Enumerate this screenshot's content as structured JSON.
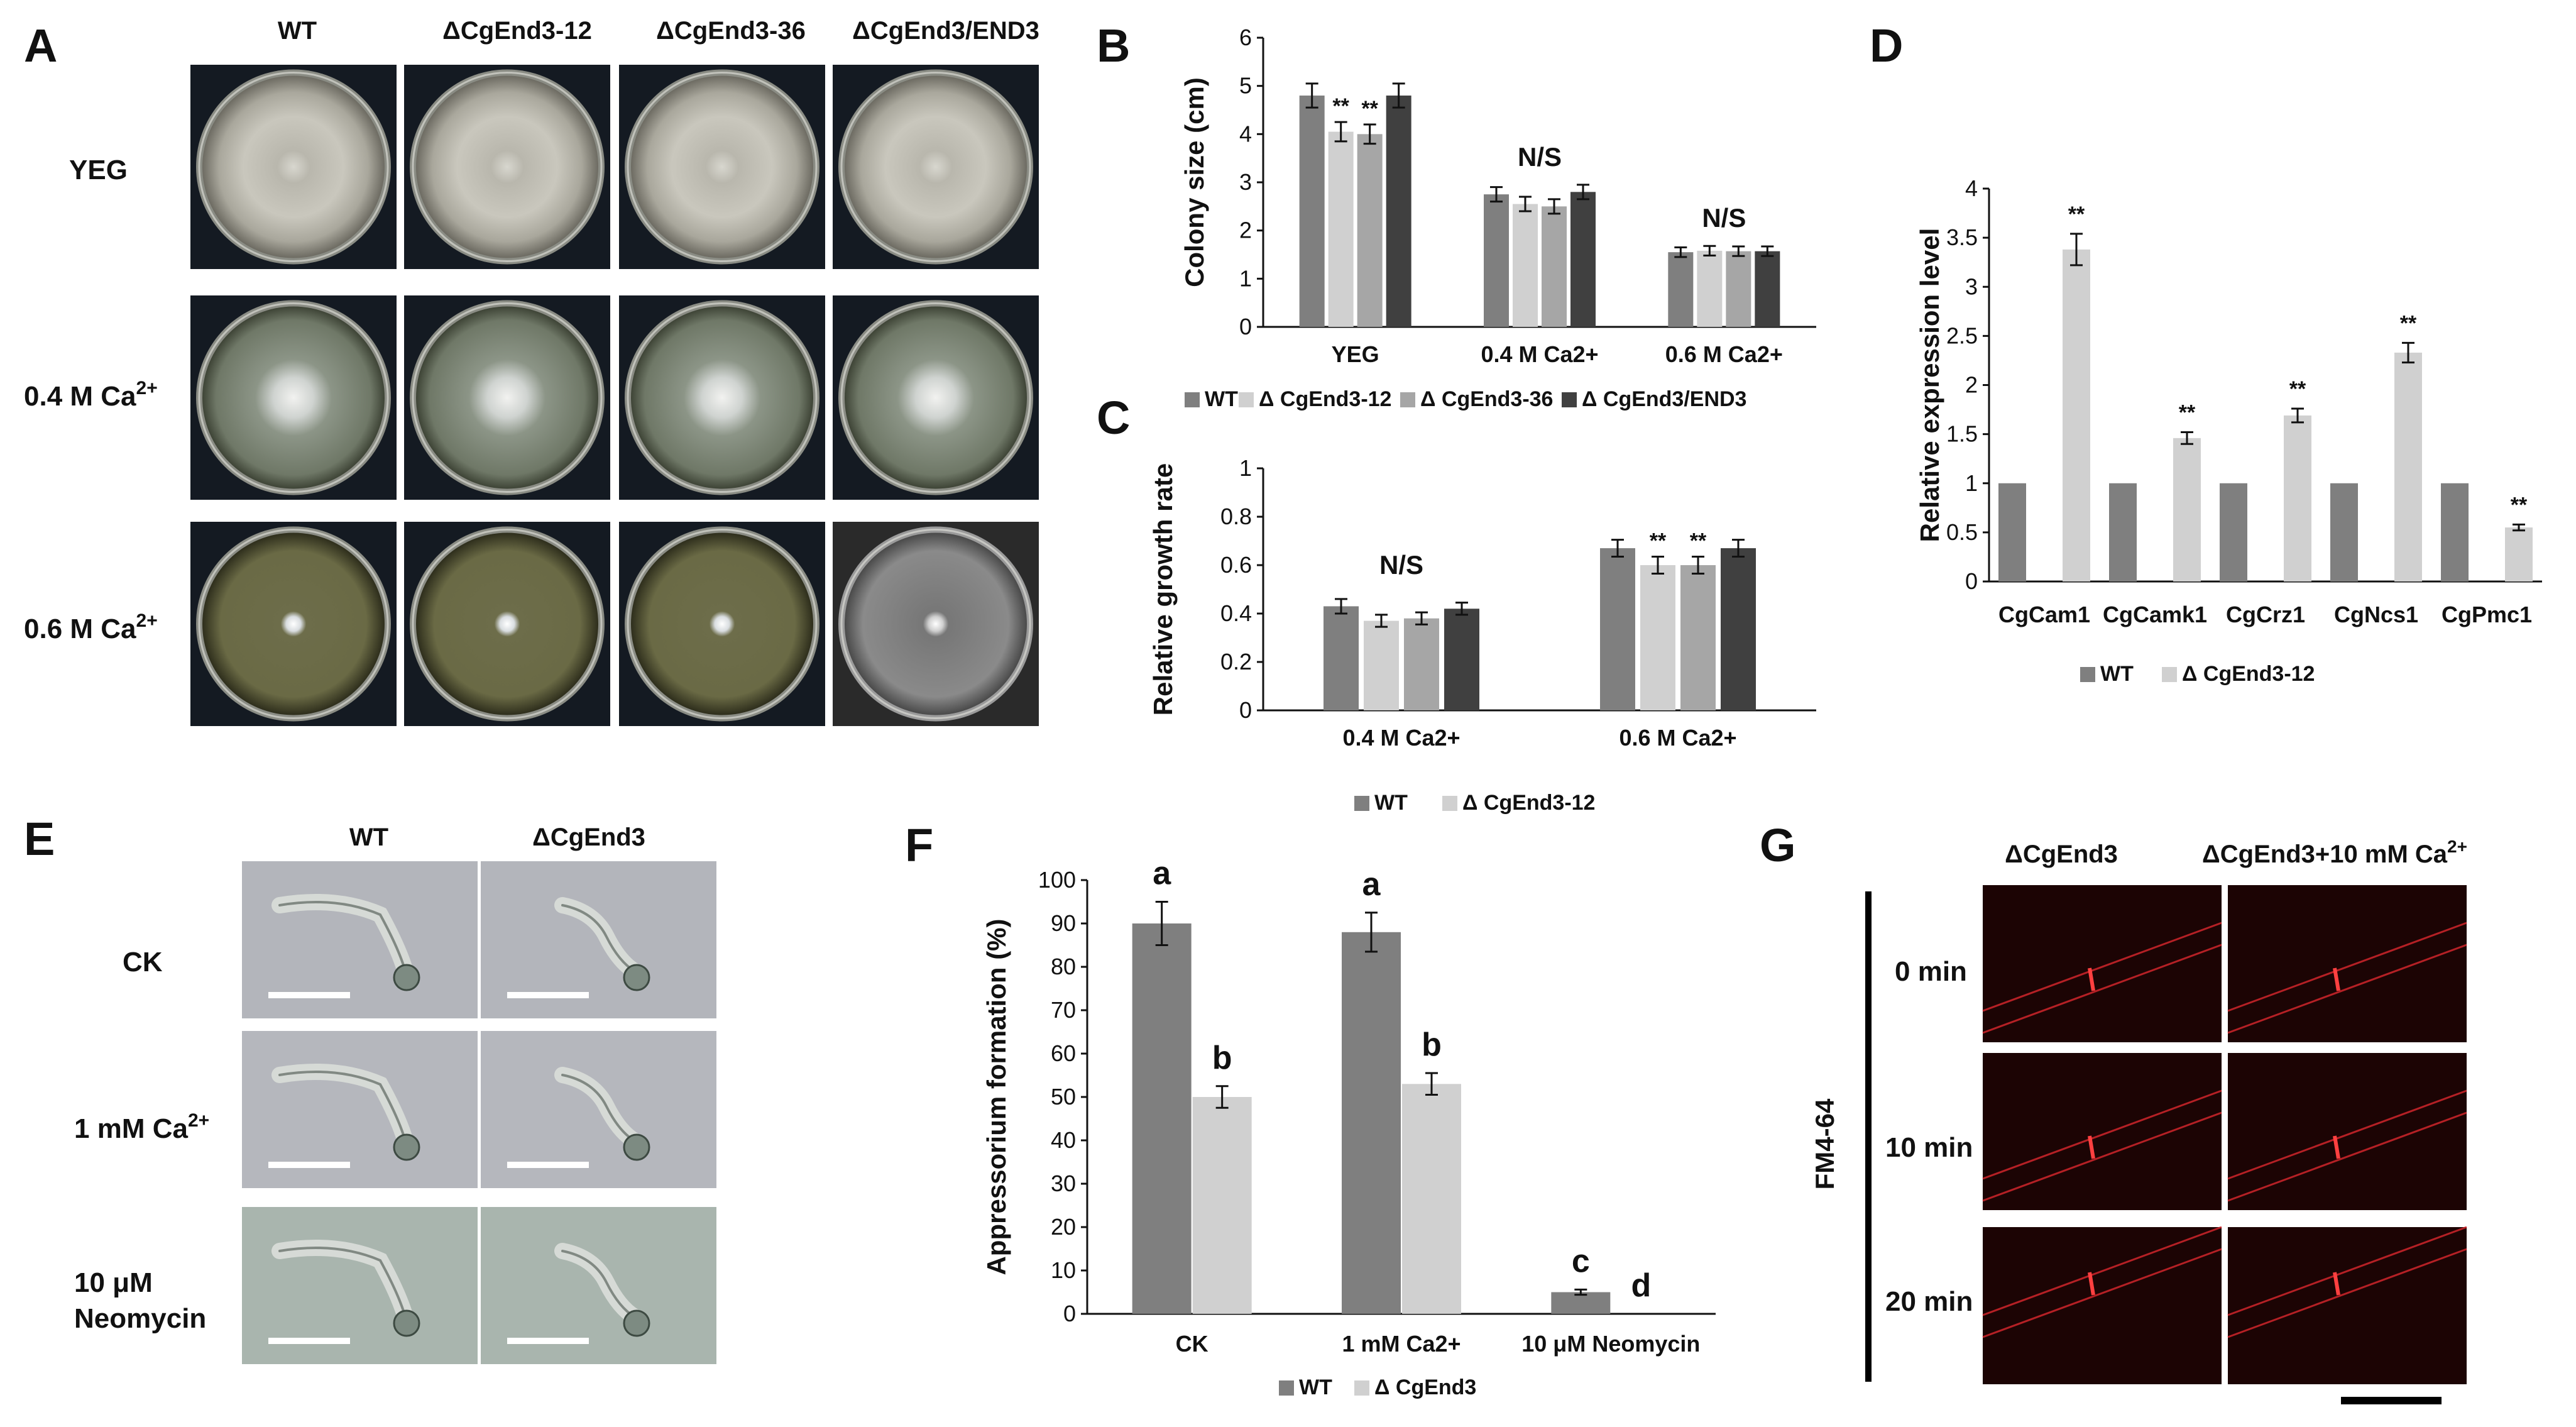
{
  "colors": {
    "wt": "#7f7f7f",
    "mut12": "#d0d0d0",
    "mut36": "#a6a6a6",
    "comp": "#404040",
    "fm_bg": "#1c0404",
    "fm_line": "#d0262c"
  },
  "panels": {
    "A": {
      "label": "A",
      "columns": [
        "WT",
        "ΔCgEnd3-12",
        "ΔCgEnd3-36",
        "ΔCgEnd3/END3"
      ],
      "rows": [
        {
          "label": "YEG"
        },
        {
          "label": "0.4 M Ca",
          "sup": "2+"
        },
        {
          "label": "0.6 M Ca",
          "sup": "2+"
        }
      ]
    },
    "B": {
      "label": "B"
    },
    "C": {
      "label": "C"
    },
    "D": {
      "label": "D"
    },
    "E": {
      "label": "E",
      "columns": [
        "WT",
        "ΔCgEnd3"
      ],
      "rows": [
        {
          "label": "CK"
        },
        {
          "label": "1 mM Ca",
          "sup": "2+"
        },
        {
          "label": "10 μM",
          "label2": "Neomycin"
        }
      ]
    },
    "F": {
      "label": "F"
    },
    "G": {
      "label": "G",
      "columns": [
        "ΔCgEnd3",
        "ΔCgEnd3+10 mM Ca",
        "2+"
      ],
      "rows": [
        "0 min",
        "10 min",
        "20 min"
      ],
      "stain": "FM4-64"
    }
  },
  "chart_data": [
    {
      "panel": "B",
      "type": "bar",
      "ylabel": "Colony size (cm)",
      "ylim": [
        0,
        6
      ],
      "yticks": [
        0,
        1,
        2,
        3,
        4,
        5,
        6
      ],
      "categories": [
        "YEG",
        "0.4 M Ca2+",
        "0.6 M Ca2+"
      ],
      "series": [
        {
          "name": "WT",
          "values": [
            4.8,
            2.75,
            1.55
          ],
          "errors": [
            0.25,
            0.15,
            0.1
          ]
        },
        {
          "name": "Δ CgEnd3-12",
          "values": [
            4.05,
            2.55,
            1.58
          ],
          "errors": [
            0.2,
            0.15,
            0.1
          ]
        },
        {
          "name": "Δ CgEnd3-36",
          "values": [
            4.0,
            2.5,
            1.57
          ],
          "errors": [
            0.2,
            0.15,
            0.1
          ]
        },
        {
          "name": "Δ CgEnd3/END3",
          "values": [
            4.8,
            2.8,
            1.57
          ],
          "errors": [
            0.25,
            0.15,
            0.1
          ]
        }
      ],
      "annotations": [
        {
          "group": 0,
          "series": 1,
          "text": "**"
        },
        {
          "group": 0,
          "series": 2,
          "text": "**"
        },
        {
          "group": 1,
          "text": "N/S"
        },
        {
          "group": 2,
          "text": "N/S"
        }
      ],
      "legend": "bottom"
    },
    {
      "panel": "C",
      "type": "bar",
      "ylabel": "Relative growth rate",
      "ylim": [
        0,
        1
      ],
      "yticks": [
        0,
        0.2,
        0.4,
        0.6,
        0.8,
        1
      ],
      "categories": [
        "0.4 M Ca2+",
        "0.6 M Ca2+"
      ],
      "series": [
        {
          "name": "WT",
          "values": [
            0.43,
            0.67
          ],
          "errors": [
            0.03,
            0.035
          ]
        },
        {
          "name": "Δ CgEnd3-12",
          "values": [
            0.37,
            0.6
          ],
          "errors": [
            0.025,
            0.035
          ]
        },
        {
          "name": "",
          "values": [
            0.38,
            0.6
          ],
          "errors": [
            0.025,
            0.035
          ]
        },
        {
          "name": "",
          "values": [
            0.42,
            0.67
          ],
          "errors": [
            0.025,
            0.035
          ]
        }
      ],
      "annotations": [
        {
          "group": 0,
          "text": "N/S"
        },
        {
          "group": 1,
          "series": 1,
          "text": "**"
        },
        {
          "group": 1,
          "series": 2,
          "text": "**"
        }
      ],
      "legend": "bottom"
    },
    {
      "panel": "D",
      "type": "bar",
      "ylabel": "Relative expression level",
      "ylim": [
        0,
        4
      ],
      "yticks": [
        0,
        0.5,
        1,
        1.5,
        2,
        2.5,
        3,
        3.5,
        4
      ],
      "categories": [
        "CgCam1",
        "CgCamk1",
        "CgCrz1",
        "CgNcs1",
        "CgPmc1"
      ],
      "series": [
        {
          "name": "WT",
          "values": [
            1,
            1,
            1,
            1,
            1
          ],
          "errors": [
            0,
            0,
            0,
            0,
            0
          ]
        },
        {
          "name": "Δ CgEnd3-12",
          "values": [
            3.38,
            1.46,
            1.69,
            2.33,
            0.55
          ],
          "errors": [
            0.16,
            0.06,
            0.07,
            0.1,
            0.03
          ]
        }
      ],
      "annotations": [
        {
          "group": 0,
          "series": 1,
          "text": "**"
        },
        {
          "group": 1,
          "series": 1,
          "text": "**"
        },
        {
          "group": 2,
          "series": 1,
          "text": "**"
        },
        {
          "group": 3,
          "series": 1,
          "text": "**"
        },
        {
          "group": 4,
          "series": 1,
          "text": "**"
        }
      ],
      "legend": "bottom"
    },
    {
      "panel": "F",
      "type": "bar",
      "ylabel": "Appressorium formation (%)",
      "ylim": [
        0,
        100
      ],
      "yticks": [
        0,
        10,
        20,
        30,
        40,
        50,
        60,
        70,
        80,
        90,
        100
      ],
      "categories": [
        "CK",
        "1 mM Ca2+",
        "10 μM Neomycin"
      ],
      "series": [
        {
          "name": "WT",
          "values": [
            90,
            88,
            5
          ],
          "errors": [
            5,
            4.5,
            0.6
          ]
        },
        {
          "name": "Δ CgEnd3",
          "values": [
            50,
            53,
            0
          ],
          "errors": [
            2.5,
            2.5,
            0
          ]
        }
      ],
      "annotations": [
        {
          "group": 0,
          "series": 0,
          "text": "a"
        },
        {
          "group": 0,
          "series": 1,
          "text": "b"
        },
        {
          "group": 1,
          "series": 0,
          "text": "a"
        },
        {
          "group": 1,
          "series": 1,
          "text": "b"
        },
        {
          "group": 2,
          "series": 0,
          "text": "c"
        },
        {
          "group": 2,
          "series": 1,
          "text": "d"
        }
      ],
      "legend": "bottom"
    }
  ]
}
